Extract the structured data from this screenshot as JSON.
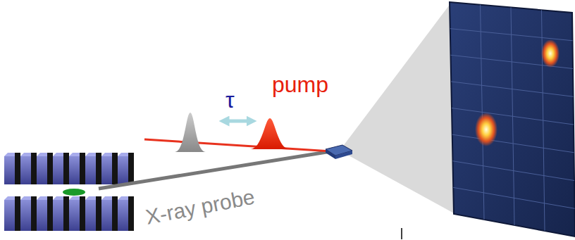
{
  "diagram": {
    "labels": [
      "τ",
      "pump",
      "X-ray probe"
    ]
  }
}
